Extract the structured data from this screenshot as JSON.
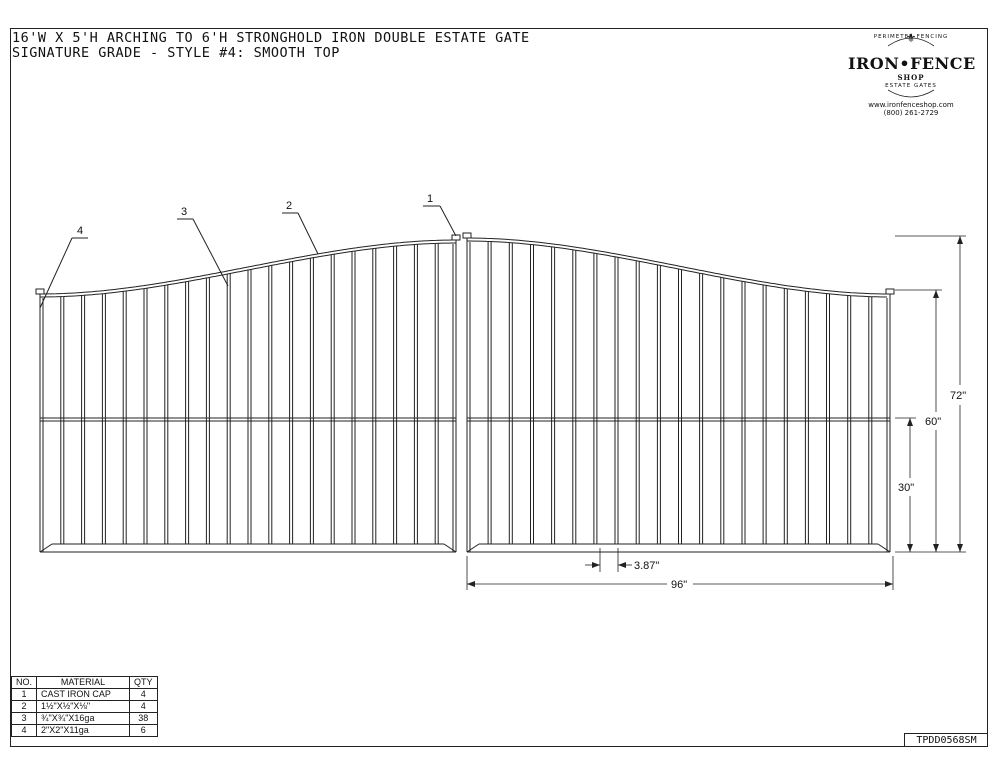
{
  "title": {
    "line1": "16'W X 5'H ARCHING TO 6'H STRONGHOLD IRON DOUBLE ESTATE GATE",
    "line2": "SIGNATURE GRADE - STYLE #4: SMOOTH TOP"
  },
  "logo": {
    "arc_top": "PERIMETER FENCING",
    "brand": "IRON•FENCE",
    "shop": "SHOP",
    "arc_bottom": "ESTATE GATES",
    "website": "www.ironfenceshop.com",
    "phone": "(800) 261-2729"
  },
  "callouts": [
    "1",
    "2",
    "3",
    "4"
  ],
  "dimensions": {
    "height_total": "72\"",
    "height_mid": "60\"",
    "height_rail": "30\"",
    "picket_spacing": "3.87\"",
    "leaf_width": "96\""
  },
  "bom": {
    "headers": [
      "NO.",
      "MATERIAL",
      "QTY"
    ],
    "rows": [
      {
        "no": "1",
        "material": "CAST IRON CAP",
        "qty": "4"
      },
      {
        "no": "2",
        "material": "1½\"X½\"X⅛\"",
        "qty": "4"
      },
      {
        "no": "3",
        "material": "¾\"X¾\"X16ga",
        "qty": "38"
      },
      {
        "no": "4",
        "material": "2\"X2\"X11ga",
        "qty": "6"
      }
    ]
  },
  "drawing_number": "TPDD0568SM"
}
